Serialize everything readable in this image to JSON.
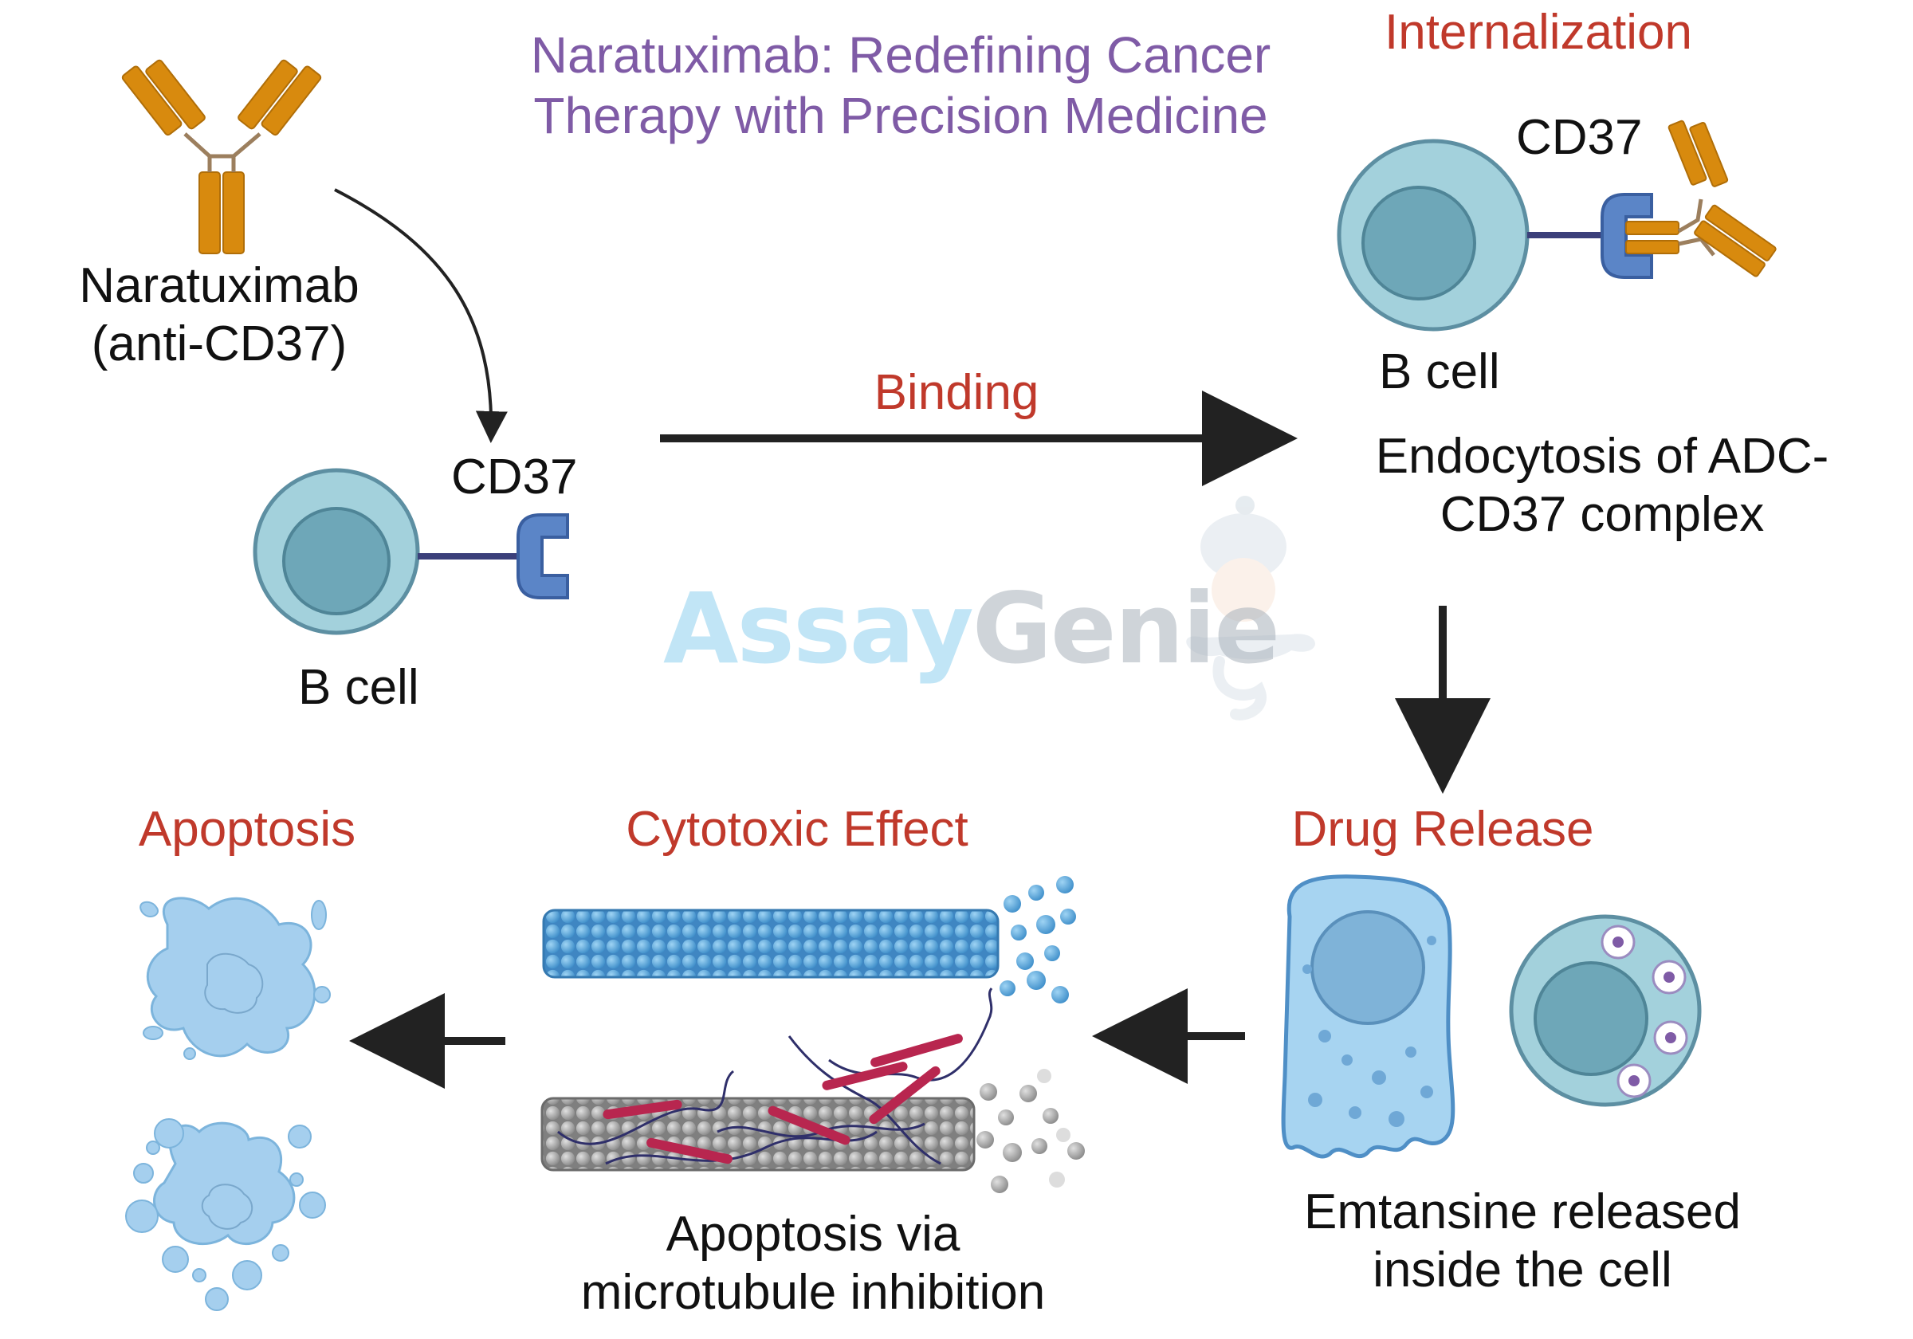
{
  "title": {
    "line1": "Naratuximab: Redefining Cancer",
    "line2": "Therapy with Precision Medicine"
  },
  "labels": {
    "drug_name": "Naratuximab",
    "drug_target": "(anti-CD37)",
    "cd37_left": "CD37",
    "bcell_left": "B cell",
    "binding": "Binding",
    "internalization": "Internalization",
    "cd37_right": "CD37",
    "bcell_right": "B cell",
    "endocytosis_line1": "Endocytosis of ADC-",
    "endocytosis_line2": "CD37 complex",
    "drug_release": "Drug Release",
    "release_line1": "Emtansine released",
    "release_line2": "inside the cell",
    "cytotoxic": "Cytotoxic Effect",
    "cyto_line1": "Apoptosis via",
    "cyto_line2": "microtubule inhibition",
    "apoptosis": "Apoptosis"
  },
  "watermark": {
    "part1": "Assay",
    "part2": "Genie"
  },
  "colors": {
    "title": "#7f5ba6",
    "step_label": "#c0392b",
    "text": "#111111",
    "arrow": "#222222",
    "cell_outer": "#a3d1dc",
    "cell_nucleus": "#6ea7b8",
    "cell_stroke": "#5d8fa2",
    "receptor": "#5b85c7",
    "antibody": "#d88a0e",
    "tubule_blue": "#4f9fd8",
    "tubule_gray": "#a0a0a0",
    "tau_red": "#b8264f",
    "apoptotic_blue": "#a5cfee",
    "watermark_assay": "#8fd0ef",
    "watermark_genie": "#a9b2bb"
  },
  "icons": [
    "antibody-icon",
    "b-cell-icon",
    "cd37-receptor-icon",
    "microtubule-icon",
    "apoptotic-cell-icon",
    "genie-mascot-icon",
    "arrow-icon"
  ]
}
